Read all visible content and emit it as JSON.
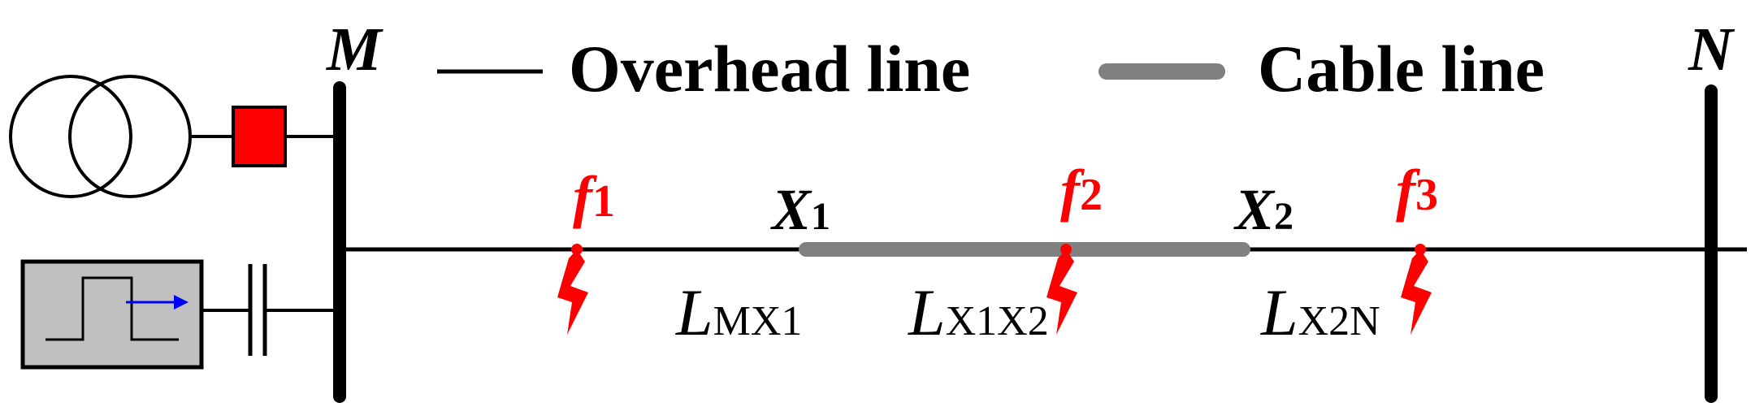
{
  "buses": [
    {
      "id": "M",
      "label": "M"
    },
    {
      "id": "N",
      "label": "N"
    }
  ],
  "legend": {
    "overhead_label": "Overhead line",
    "cable_label": "Cable line"
  },
  "junctions": [
    {
      "main": "X",
      "sub": "1"
    },
    {
      "main": "X",
      "sub": "2"
    }
  ],
  "faults": [
    {
      "main": "f",
      "sub": "1"
    },
    {
      "main": "f",
      "sub": "2"
    },
    {
      "main": "f",
      "sub": "3"
    }
  ],
  "segments": [
    {
      "main": "L",
      "sub": "MX1"
    },
    {
      "main": "L",
      "sub": "X1X2"
    },
    {
      "main": "L",
      "sub": "X2N"
    }
  ],
  "colors": {
    "line": "#000000",
    "cable": "#808080",
    "fault": "#ff0000",
    "breaker": "#ff0000",
    "source_box": "#c0c0c0",
    "arrow": "#0000ff"
  },
  "icons": {
    "transformer": "transformer-icon",
    "breaker": "circuit-breaker-icon",
    "source": "pulse-signal-source-icon",
    "capacitor": "coupling-capacitor-icon",
    "fault": "lightning-fault-icon"
  }
}
